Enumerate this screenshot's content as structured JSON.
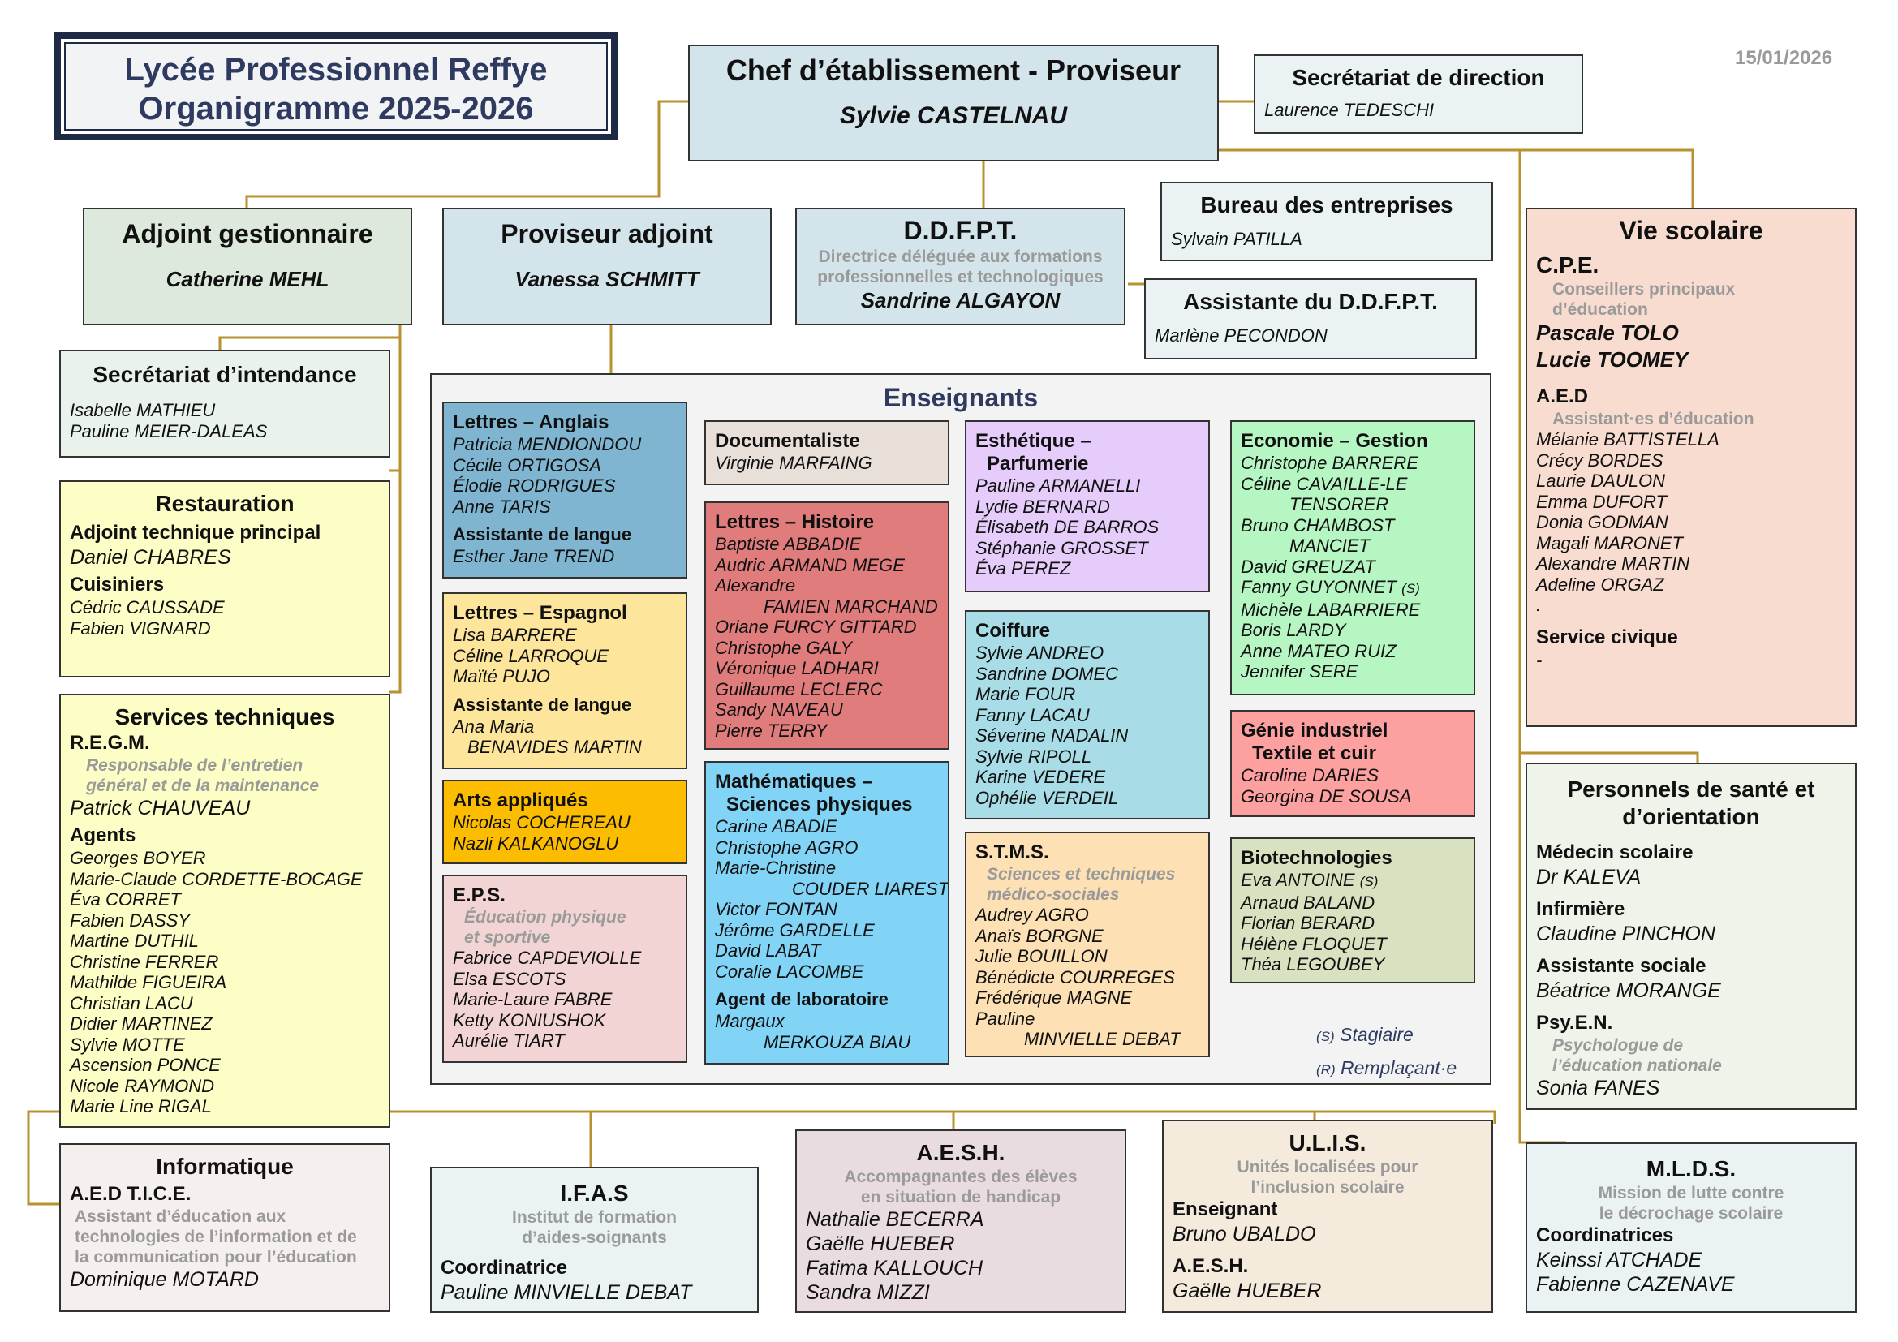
{
  "header": {
    "title_line1": "Lycée Professionnel Reffye",
    "title_line2": "Organigramme 2025-2026",
    "date": "15/01/2026"
  },
  "colors": {
    "line": "#b8922e",
    "border": "#333333",
    "title_border": "#1f2a44"
  },
  "chef": {
    "title": "Chef d’établissement - Proviseur",
    "name": "Sylvie CASTELNAU"
  },
  "secretariat_direction": {
    "title": "Secrétariat de direction",
    "name": "Laurence TEDESCHI"
  },
  "adjoint_gestionnaire": {
    "title": "Adjoint gestionnaire",
    "name": "Catherine MEHL"
  },
  "proviseur_adjoint": {
    "title": "Proviseur adjoint",
    "name": "Vanessa SCHMITT"
  },
  "ddfpt": {
    "title": "D.D.F.P.T.",
    "subtitle1": "Directrice déléguée aux formations",
    "subtitle2": "professionnelles et technologiques",
    "name": "Sandrine ALGAYON"
  },
  "bureau_entreprises": {
    "title": "Bureau des entreprises",
    "name": "Sylvain PATILLA"
  },
  "assistante_ddfpt": {
    "title": "Assistante du D.D.F.P.T.",
    "name": "Marlène PECONDON"
  },
  "secretariat_intendance": {
    "title": "Secrétariat d’intendance",
    "names": [
      "Isabelle MATHIEU",
      "Pauline MEIER-DALEAS"
    ]
  },
  "restauration": {
    "title": "Restauration",
    "role1": "Adjoint technique principal",
    "name1": "Daniel CHABRES",
    "role2": "Cuisiniers",
    "names2": [
      "Cédric CAUSSADE",
      "Fabien VIGNARD"
    ]
  },
  "services_techniques": {
    "title": "Services techniques",
    "role1": "R.E.G.M.",
    "sub1": [
      "Responsable de l’entretien",
      "général et de la maintenance"
    ],
    "name1": "Patrick CHAUVEAU",
    "role2": "Agents",
    "agents": [
      "Georges BOYER",
      "Marie-Claude CORDETTE-BOCAGE",
      "Éva CORRET",
      "Fabien DASSY",
      "Martine DUTHIL",
      "Christine FERRER",
      "Mathilde FIGUEIRA",
      "Christian LACU",
      "Didier MARTINEZ",
      "Sylvie MOTTE",
      "Ascension PONCE",
      "Nicole RAYMOND",
      "Marie Line RIGAL"
    ]
  },
  "informatique": {
    "title": "Informatique",
    "role": "A.E.D  T.I.C.E.",
    "sub": [
      "Assistant d’éducation aux",
      "technologies de l’information et de",
      "la communication pour l’éducation"
    ],
    "name": "Dominique MOTARD"
  },
  "enseignants": {
    "title": "Enseignants",
    "lettres_anglais": {
      "title": "Lettres – Anglais",
      "names": [
        "Patricia MENDIONDOU",
        "Cécile ORTIGOSA",
        "Élodie RODRIGUES",
        "Anne TARIS"
      ],
      "role": "Assistante de langue",
      "role_name": "Esther Jane TREND"
    },
    "lettres_espagnol": {
      "title": "Lettres – Espagnol",
      "names": [
        "Lisa BARRERE",
        "Céline LARROQUE",
        "Maïté PUJO"
      ],
      "role": "Assistante de langue",
      "role_name1": "Ana Maria",
      "role_name2": "BENAVIDES MARTIN"
    },
    "arts_appliques": {
      "title": "Arts appliqués",
      "names": [
        "Nicolas COCHEREAU",
        "Nazli KALKANOGLU"
      ]
    },
    "eps": {
      "title": "E.P.S.",
      "sub": [
        "Éducation physique",
        "et sportive"
      ],
      "names": [
        "Fabrice CAPDEVIOLLE",
        "Elsa ESCOTS",
        "Marie-Laure FABRE",
        "Ketty KONIUSHOK",
        "Aurélie TIART"
      ]
    },
    "documentaliste": {
      "title": "Documentaliste",
      "name": "Virginie MARFAING"
    },
    "lettres_histoire": {
      "title": "Lettres – Histoire",
      "names": [
        "Baptiste ABBADIE",
        "Audric ARMAND MEGE",
        "Alexandre"
      ],
      "indent": "FAMIEN MARCHAND",
      "names2": [
        "Oriane FURCY GITTARD",
        "Christophe GALY",
        "Véronique LADHARI",
        "Guillaume LECLERC",
        "Sandy NAVEAU",
        "Pierre TERRY"
      ]
    },
    "maths_sciences": {
      "title1": "Mathématiques –",
      "title2": "Sciences physiques",
      "names": [
        "Carine ABADIE",
        "Christophe AGRO",
        "Marie-Christine"
      ],
      "indent": "COUDER LIAREST",
      "names2": [
        "Victor FONTAN",
        "Jérôme GARDELLE",
        "David LABAT",
        "Coralie LACOMBE"
      ],
      "role": "Agent de laboratoire",
      "role_name1": "Margaux",
      "role_name2": "MERKOUZA BIAU"
    },
    "esthetique": {
      "title1": "Esthétique –",
      "title2": "Parfumerie",
      "names": [
        "Pauline ARMANELLI",
        "Lydie BERNARD",
        "Élisabeth DE BARROS",
        "Stéphanie GROSSET",
        "Éva PEREZ"
      ]
    },
    "coiffure": {
      "title": "Coiffure",
      "names": [
        "Sylvie ANDREO",
        "Sandrine DOMEC",
        "Marie FOUR",
        "Fanny LACAU",
        "Séverine NADALIN",
        "Sylvie RIPOLL",
        "Karine VEDERE",
        "Ophélie VERDEIL"
      ]
    },
    "stms": {
      "title": "S.T.M.S.",
      "sub": [
        "Sciences et techniques",
        "médico-sociales"
      ],
      "names": [
        "Audrey AGRO",
        "Anaïs BORGNE",
        "Julie BOUILLON",
        "Bénédicte COURREGES",
        "Frédérique MAGNE",
        "Pauline"
      ],
      "indent": "MINVIELLE DEBAT"
    },
    "eco_gestion": {
      "title": "Economie – Gestion",
      "names": [
        "Christophe BARRERE",
        "Céline CAVAILLE-LE"
      ],
      "indent1": "TENSORER",
      "names2": [
        "Bruno CHAMBOST"
      ],
      "indent2": "MANCIET",
      "names3": [
        "David GREUZAT"
      ],
      "guyonnet": "Fanny GUYONNET",
      "guyonnet_tag": "(S)",
      "names4": [
        "Michèle LABARRIERE",
        "Boris LARDY",
        "Anne MATEO RUIZ",
        "Jennifer SERE"
      ]
    },
    "genie_industriel": {
      "title1": "Génie industriel",
      "title2": "Textile et cuir",
      "names": [
        "Caroline DARIES",
        "Georgina DE SOUSA"
      ]
    },
    "biotech": {
      "title": "Biotechnologies",
      "antoine": "Eva ANTOINE",
      "antoine_tag": "(S)",
      "names": [
        "Arnaud BALAND",
        "Florian BERARD",
        "Hélène FLOQUET",
        "Théa LEGOUBEY"
      ]
    },
    "legend": {
      "s_code": "(S)",
      "s_label": "Stagiaire",
      "r_code": "(R)",
      "r_label": "Remplaçant·e"
    }
  },
  "vie_scolaire": {
    "title": "Vie scolaire",
    "cpe": "C.P.E.",
    "cpe_sub": [
      "Conseillers principaux",
      "d’éducation"
    ],
    "cpe_names": [
      "Pascale TOLO",
      "Lucie TOOMEY"
    ],
    "aed": "A.E.D",
    "aed_sub": "Assistant·es d’éducation",
    "aed_names": [
      "Mélanie BATTISTELLA",
      "Crécy BORDES",
      "Laurie DAULON",
      "Emma DUFORT",
      "Donia GODMAN",
      "Magali MARONET",
      "Alexandre MARTIN",
      "Adeline ORGAZ",
      "."
    ],
    "civique": "Service civique",
    "civique_name": "-"
  },
  "sante_orientation": {
    "title1": "Personnels de santé et",
    "title2": "d’orientation",
    "medecin": "Médecin scolaire",
    "medecin_name": "Dr KALEVA",
    "infirmiere": "Infirmière",
    "infirmiere_name": "Claudine PINCHON",
    "assistante": "Assistante sociale",
    "assistante_name": "Béatrice MORANGE",
    "psyen": "Psy.E.N.",
    "psyen_sub": [
      "Psychologue de",
      "l’éducation nationale"
    ],
    "psyen_name": "Sonia FANES"
  },
  "ifas": {
    "title": "I.F.A.S",
    "sub": [
      "Institut de formation",
      "d’aides-soignants"
    ],
    "role": "Coordinatrice",
    "name": "Pauline MINVIELLE DEBAT"
  },
  "aesh": {
    "title": "A.E.S.H.",
    "sub": [
      "Accompagnantes des élèves",
      "en situation de handicap"
    ],
    "names": [
      "Nathalie BECERRA",
      "Gaëlle HUEBER",
      "Fatima KALLOUCH",
      "Sandra MIZZI"
    ]
  },
  "ulis": {
    "title": "U.L.I.S.",
    "sub": [
      "Unités localisées pour",
      "l’inclusion scolaire"
    ],
    "role1": "Enseignant",
    "name1": "Bruno UBALDO",
    "role2": "A.E.S.H.",
    "name2": "Gaëlle HUEBER"
  },
  "mlds": {
    "title": "M.L.D.S.",
    "sub": [
      "Mission de lutte contre",
      "le décrochage scolaire"
    ],
    "role": "Coordinatrices",
    "names": [
      "Keinssi ATCHADE",
      "Fabienne CAZENAVE"
    ]
  }
}
